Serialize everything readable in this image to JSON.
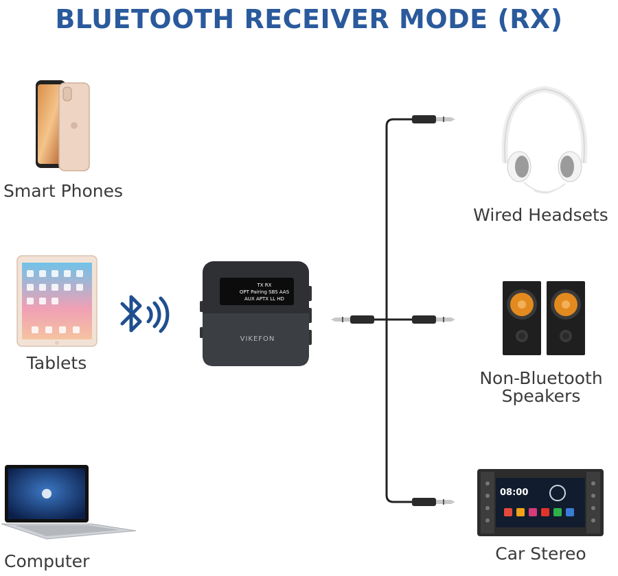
{
  "title": "BLUETOOTH RECEIVER MODE (RX)",
  "sources": [
    {
      "label": "Smart Phones",
      "icon": "smartphone-icon"
    },
    {
      "label": "Tablets",
      "icon": "tablet-icon"
    },
    {
      "label": "Computer",
      "icon": "laptop-icon"
    }
  ],
  "receiver": {
    "brand": "VIKEFON",
    "screen_rows": [
      "TX  RX",
      "OPT  Pairing  SBS  AAS",
      "AUX  APTX  LL  HD"
    ],
    "icon": "bluetooth-receiver-icon"
  },
  "wireless_icon": "bluetooth-signal-icon",
  "outputs": [
    {
      "label": "Wired Headsets",
      "icon": "headphones-icon"
    },
    {
      "label_line1": "Non-Bluetooth",
      "label_line2": "Speakers",
      "icon": "speakers-icon"
    },
    {
      "label": "Car Stereo",
      "icon": "car-stereo-icon",
      "clock": "08:00"
    }
  ],
  "colors": {
    "title": "#2a5a9c",
    "bluetooth": "#1f4f8f",
    "cable": "#222222"
  }
}
